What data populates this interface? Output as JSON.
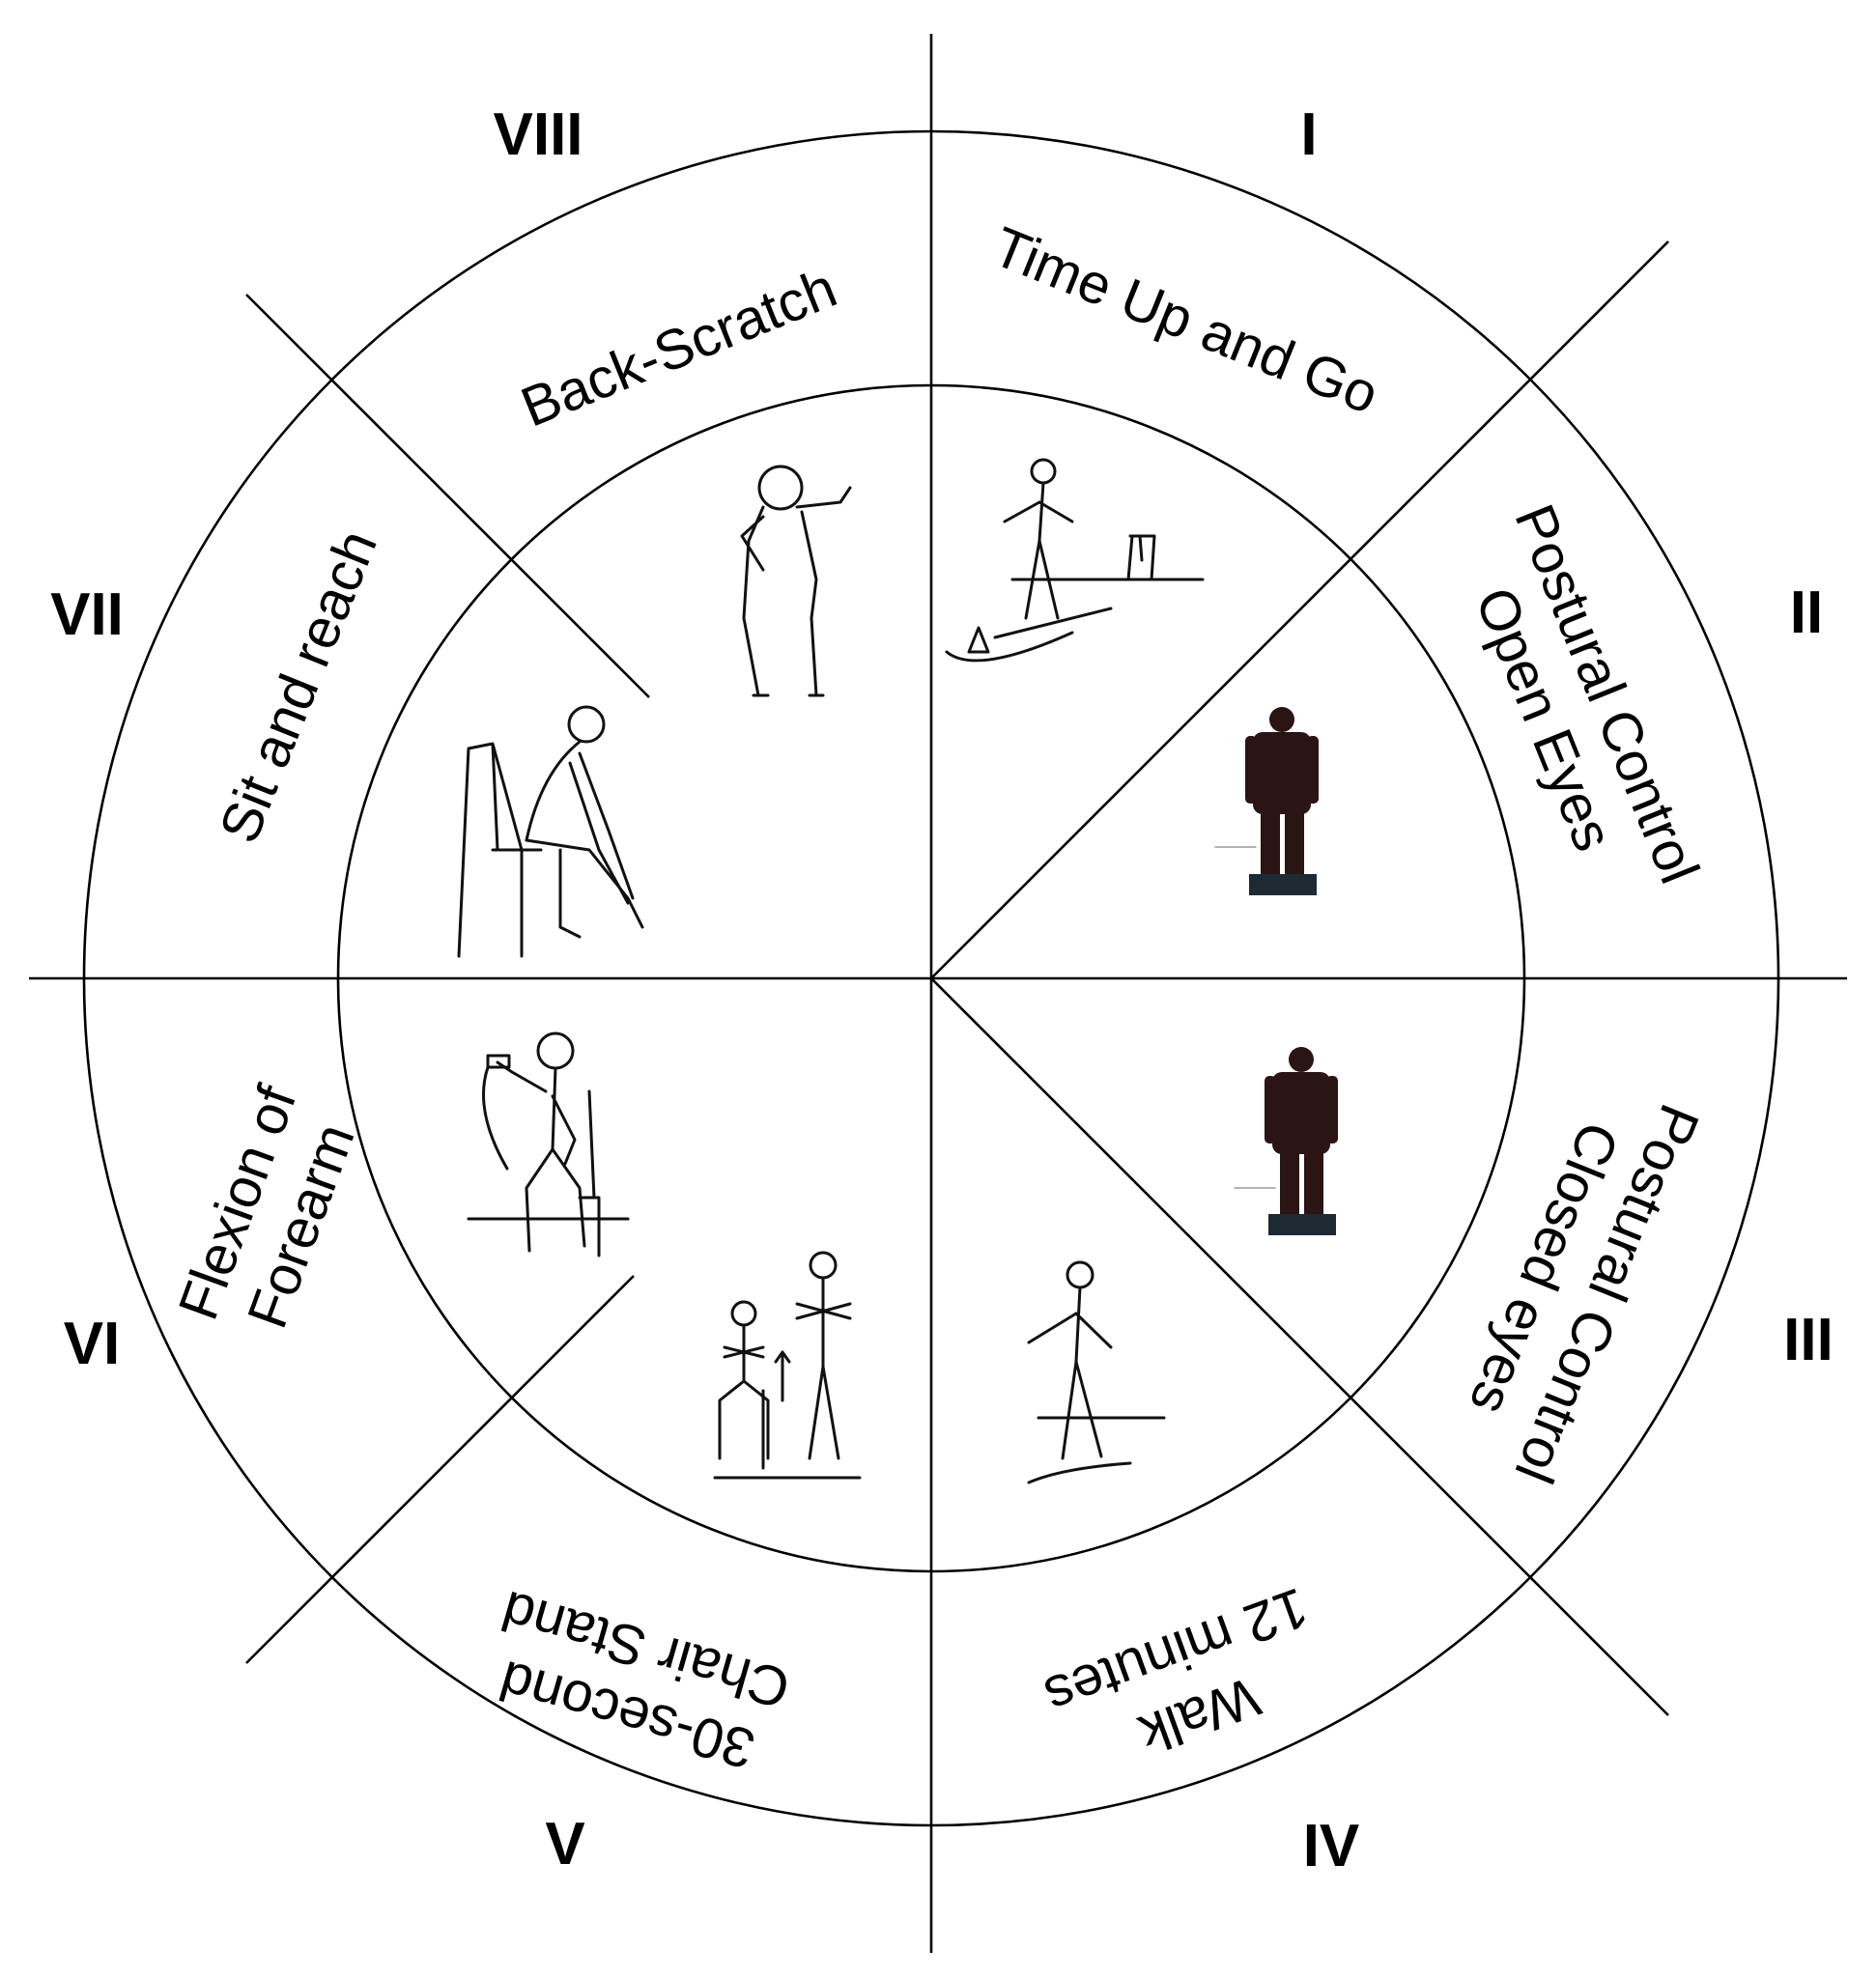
{
  "diagram": {
    "sectors": [
      {
        "id": "I",
        "numeral": "I",
        "lines": [
          "Time Up and Go"
        ],
        "illustration": "walking-around-cone-icon"
      },
      {
        "id": "II",
        "numeral": "II",
        "lines": [
          "Postural Control",
          "Open Eyes"
        ],
        "illustration": "standing-on-platform-icon"
      },
      {
        "id": "III",
        "numeral": "III",
        "lines": [
          "Postural Control",
          "Closed eyes"
        ],
        "illustration": "standing-on-platform-icon"
      },
      {
        "id": "IV",
        "numeral": "IV",
        "lines": [
          "Walk",
          "12 minutes"
        ],
        "illustration": "walking-person-icon"
      },
      {
        "id": "V",
        "numeral": "V",
        "lines": [
          "30-second",
          "Chair Stand"
        ],
        "illustration": "chair-stand-icon"
      },
      {
        "id": "VI",
        "numeral": "VI",
        "lines": [
          "Flexion of",
          "Forearm"
        ],
        "illustration": "arm-curl-icon"
      },
      {
        "id": "VII",
        "numeral": "VII",
        "lines": [
          "Sit and reach"
        ],
        "illustration": "sit-and-reach-icon"
      },
      {
        "id": "VIII",
        "numeral": "VIII",
        "lines": [
          "Back-Scratch"
        ],
        "illustration": "back-scratch-icon"
      }
    ]
  }
}
